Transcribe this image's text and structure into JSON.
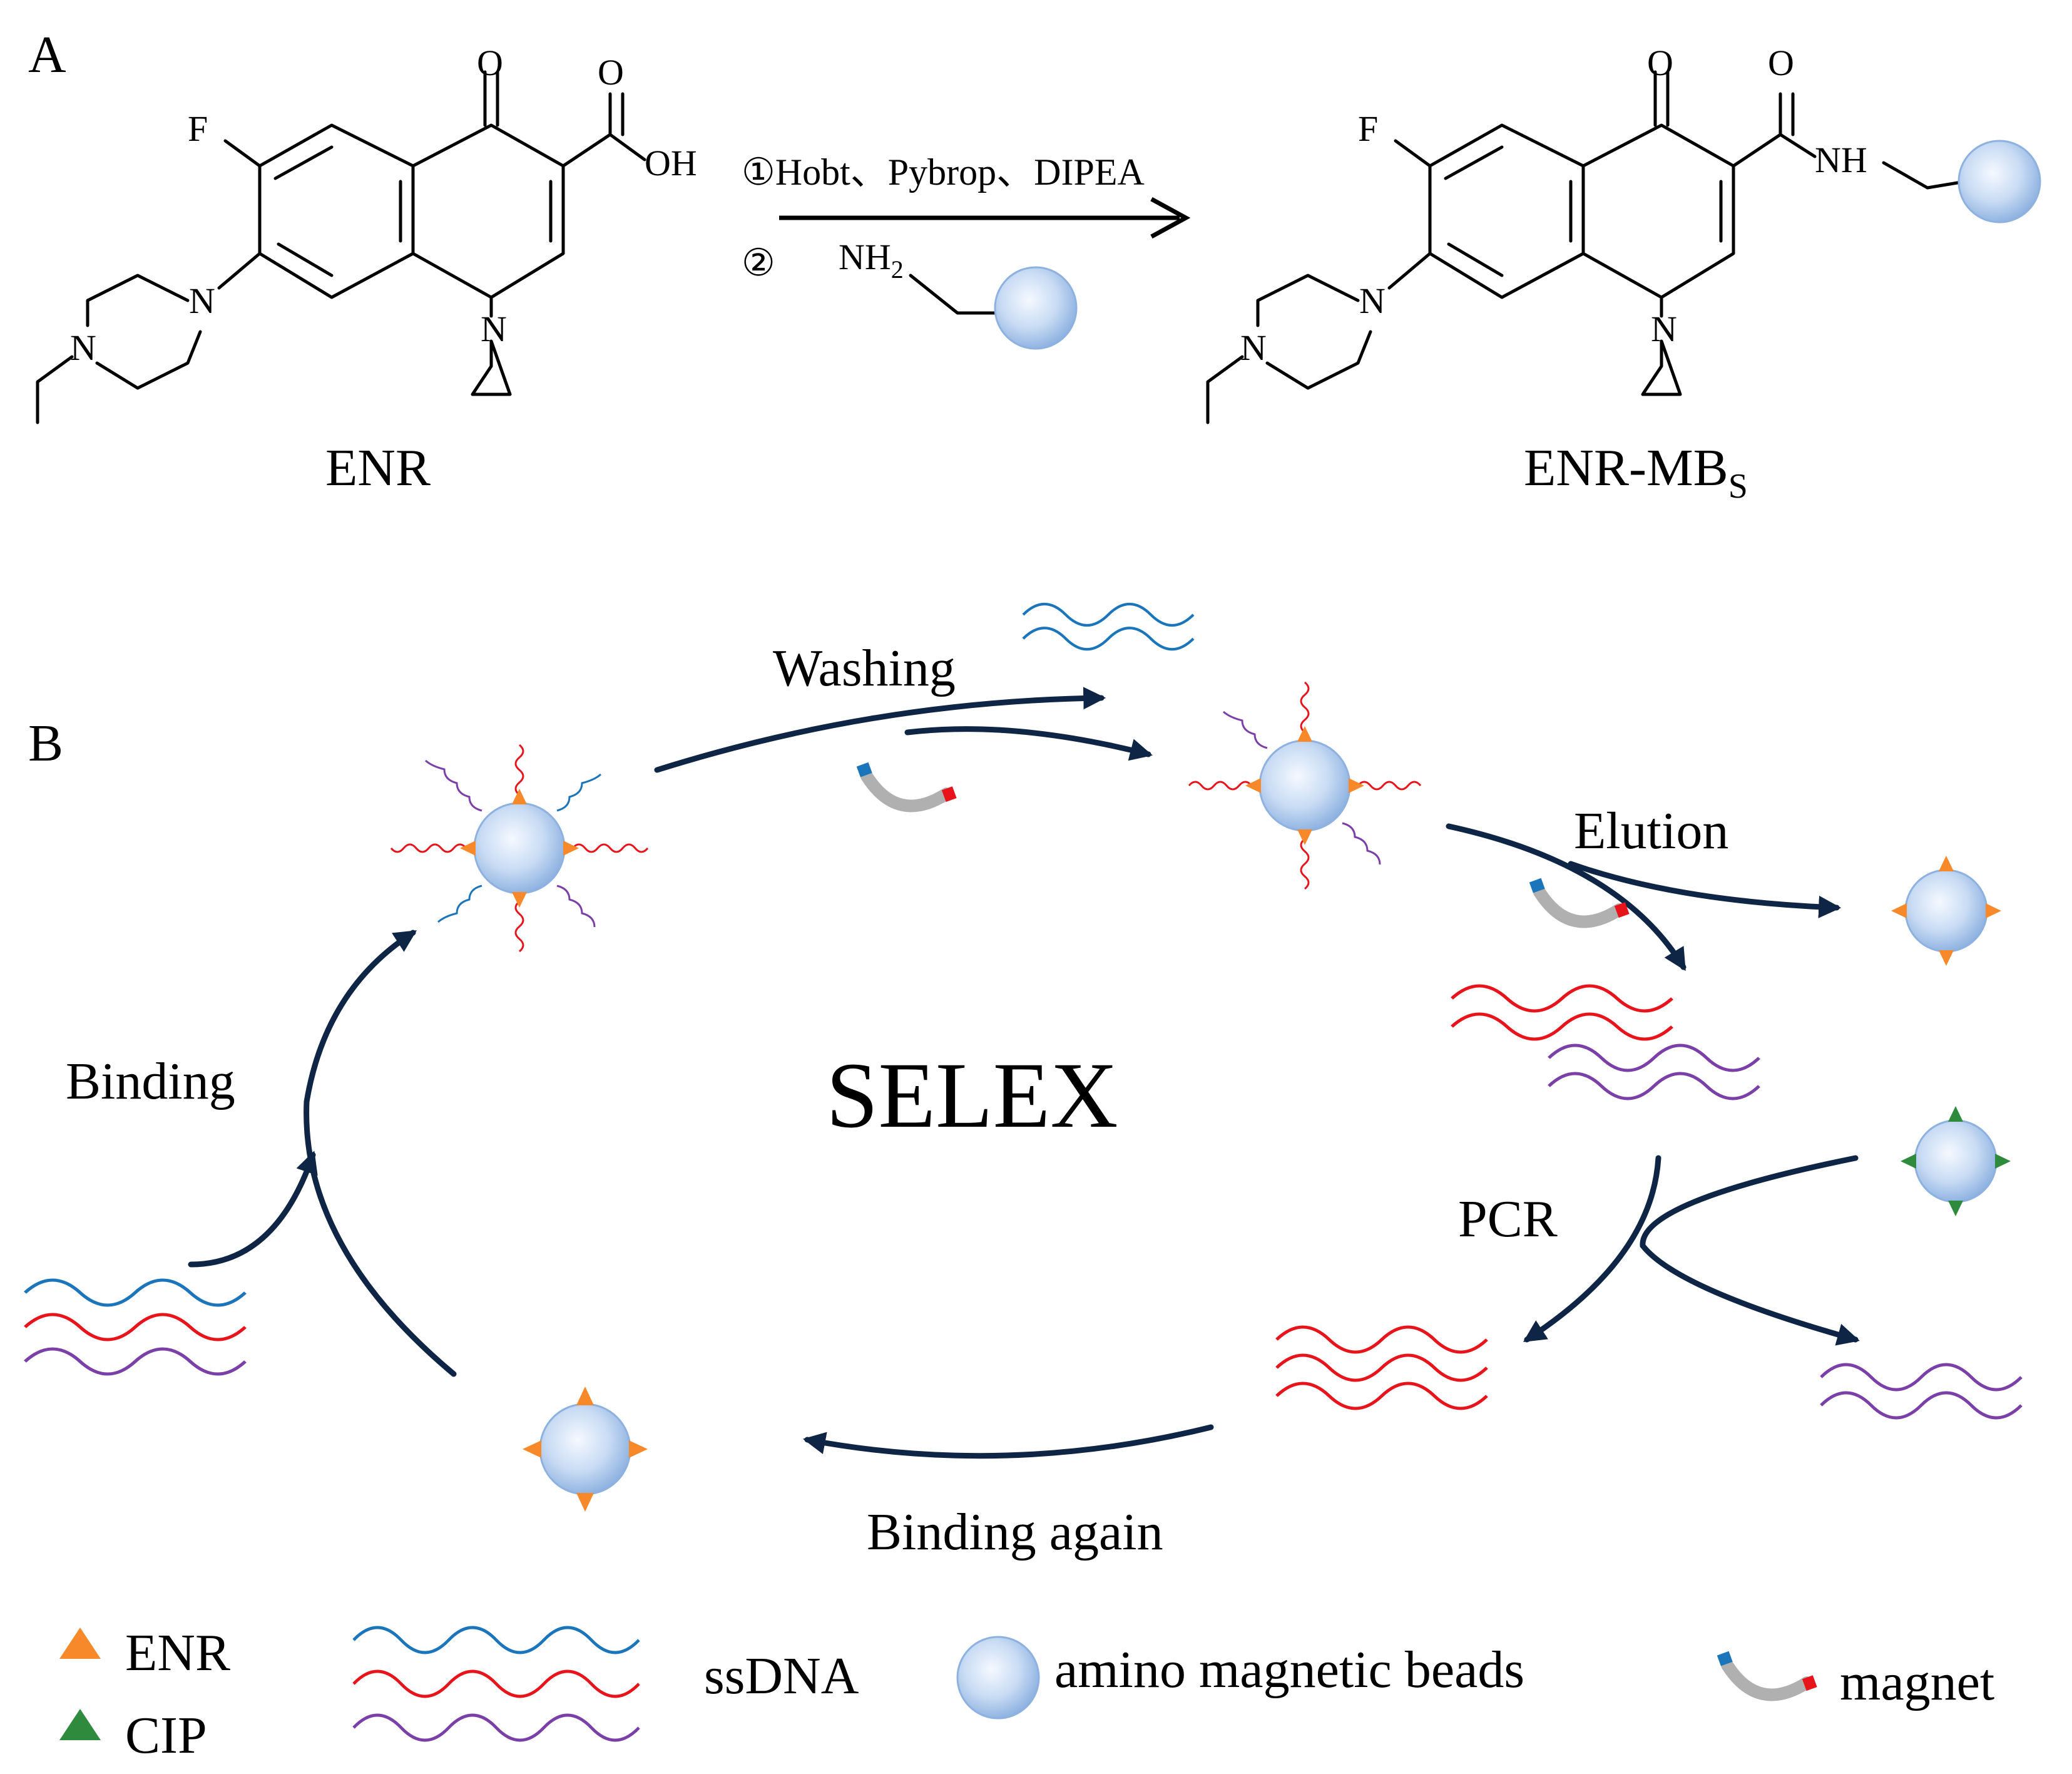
{
  "panel_a": {
    "label": "A",
    "reactant_name": "ENR",
    "product_name": "ENR-MB",
    "product_subscript": "S",
    "step1": "①Hobt、Pybrop、DIPEA",
    "step2_marker": "②",
    "reagent_amine": "NH",
    "reagent_amine_subscript": "2",
    "atoms": {
      "fluorine": "F",
      "oxygen": "O",
      "hydroxyl": "OH",
      "nitrogen": "N",
      "amide": "NH"
    }
  },
  "panel_b": {
    "label": "B",
    "center_title": "SELEX",
    "steps": {
      "washing": "Washing",
      "elution": "Elution",
      "pcr": "PCR",
      "binding": "Binding",
      "binding_again": "Binding again"
    }
  },
  "legend": {
    "enr": "ENR",
    "cip": "CIP",
    "ssdna": "ssDNA",
    "beads": "amino magnetic beads",
    "magnet": "magnet"
  },
  "colors": {
    "enr_marker": "#F7892B",
    "cip_marker": "#2E8B3E",
    "dna_blue": "#1B75BB",
    "dna_red": "#E8141B",
    "dna_purple": "#7B3FA8",
    "arrow": "#0E2545",
    "bead_center": "#F2F7FD",
    "bead_edge": "#9DBDE6"
  }
}
